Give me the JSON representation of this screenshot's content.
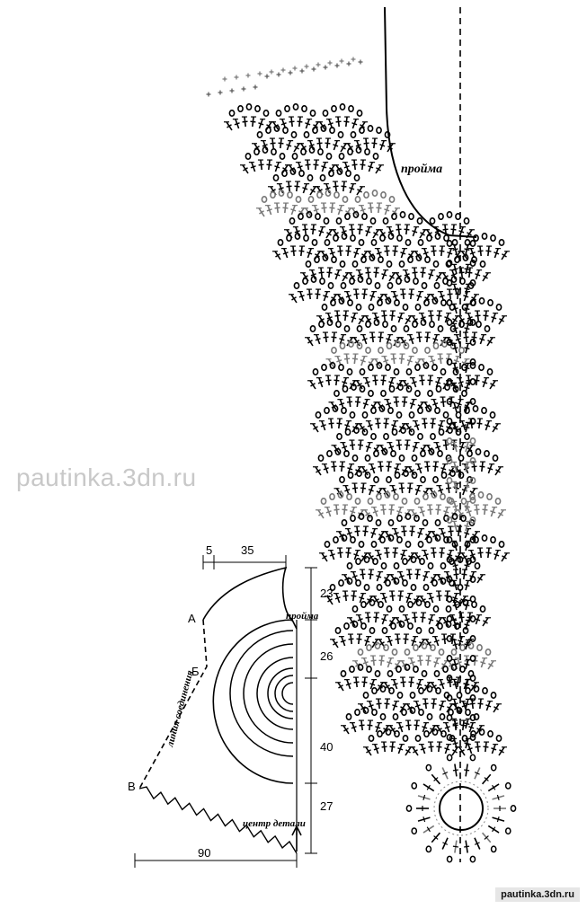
{
  "labels": {
    "armhole": "пройма",
    "armhole_small": "пройма",
    "join_line": "линия соединения",
    "center": "центр детали",
    "point_a": "А",
    "point_b": "Б",
    "point_v": "В"
  },
  "dimensions": {
    "top_left": "5",
    "top_right": "35",
    "bottom": "90",
    "right_1": "23",
    "right_2": "26",
    "right_3": "40",
    "right_4": "27"
  },
  "watermark": "pautinka.3dn.ru",
  "footer": "pautinka.3dn.ru"
}
